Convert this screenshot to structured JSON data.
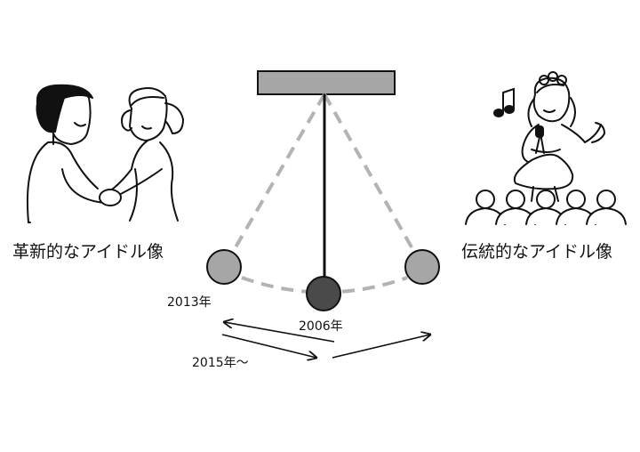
{
  "labels": {
    "left_caption": "革新的なアイドル像",
    "right_caption": "伝統的なアイドル像",
    "year_left": "2013年",
    "year_center": "2006年",
    "year_bottom": "2015年〜"
  },
  "colors": {
    "ink": "#111111",
    "bob_side": "#a6a6a6",
    "bob_center": "#4a4a4a",
    "pivot_bar": "#a6a6a6",
    "dashed_string": "#b3b3b3"
  },
  "icons": {
    "left_people": "two-people-holding-hands-icon",
    "right_singer": "idol-singer-icon",
    "music_note": "music-note-icon",
    "audience": "audience-icon"
  }
}
